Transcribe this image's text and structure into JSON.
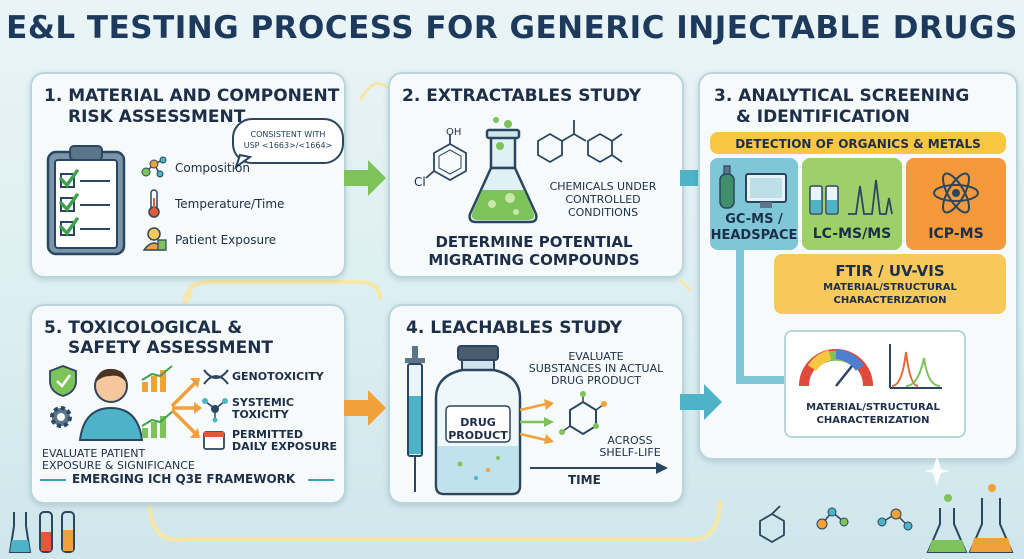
{
  "title": "E&L TESTING PROCESS FOR GENERIC INJECTABLE DRUGS",
  "step1": {
    "heading_line1": "1. MATERIAL AND COMPONENT",
    "heading_line2": "RISK ASSESSMENT",
    "bubble_line1": "CONSISTENT WITH",
    "bubble_line2": "USP <1663>/<1664>",
    "items": [
      "Composition",
      "Temperature/Time",
      "Patient Exposure"
    ]
  },
  "step2": {
    "heading": "2. EXTRACTABLES STUDY",
    "molecule_labels": [
      "OH",
      "Cl"
    ],
    "conditions": [
      "CHEMICALS UNDER",
      "CONTROLLED",
      "CONDITIONS"
    ],
    "caption_line1": "DETERMINE POTENTIAL",
    "caption_line2": "MIGRATING COMPOUNDS"
  },
  "step3": {
    "heading_line1": "3. ANALYTICAL SCREENING",
    "heading_line2": "& IDENTIFICATION",
    "banner": "DETECTION OF ORGANICS & METALS",
    "gcms_line1": "GC-MS /",
    "gcms_line2": "HEADSPACE",
    "lcms": "LC-MS/MS",
    "icpms": "ICP-MS",
    "ftir": "FTIR / UV-VIS",
    "ftir_sub_line1": "MATERIAL/STRUCTURAL",
    "ftir_sub_line2": "CHARACTERIZATION",
    "char_line1": "MATERIAL/STRUCTURAL",
    "char_line2": "CHARACTERIZATION"
  },
  "step4": {
    "heading": "4. LEACHABLES STUDY",
    "vial_line1": "DRUG",
    "vial_line2": "PRODUCT",
    "evaluate": [
      "EVALUATE",
      "SUBSTANCES IN ACTUAL",
      "DRUG PRODUCT"
    ],
    "across_line1": "ACROSS",
    "across_line2": "SHELF-LIFE",
    "time": "TIME"
  },
  "step5": {
    "heading_line1": "5. TOXICOLOGICAL &",
    "heading_line2": "SAFETY ASSESSMENT",
    "items": [
      {
        "line1": "GENOTOXICITY",
        "line2": ""
      },
      {
        "line1": "SYSTEMIC",
        "line2": "TOXICITY"
      },
      {
        "line1": "PERMITTED",
        "line2": "DAILY EXPOSURE"
      }
    ],
    "evaluate_line1": "EVALUATE PATIENT",
    "evaluate_line2": "EXPOSURE & SIGNIFICANCE",
    "framework": "EMERGING ICH Q3E FRAMEWORK"
  },
  "colors": {
    "navy": "#1d3a5c",
    "green_arrow": "#7ec25a",
    "teal_arrow": "#4fb3c8",
    "orange_arrow": "#f2a03a",
    "yellow_banner": "#f7c744",
    "gcms_panel": "#7fc6d6",
    "lcms_panel": "#9ed06a",
    "icpms_panel": "#f49a3c",
    "ftir_panel": "#f7c85a"
  },
  "icons": [
    "clipboard-icon",
    "molecule-icon",
    "thermometer-icon",
    "patient-icon",
    "flask-icon",
    "gas-cylinder-icon",
    "monitor-icon",
    "atom-icon",
    "spectrum-icon",
    "syringe-icon",
    "vial-icon",
    "shield-icon",
    "dna-icon",
    "calendar-icon",
    "lab-glassware-icon"
  ]
}
